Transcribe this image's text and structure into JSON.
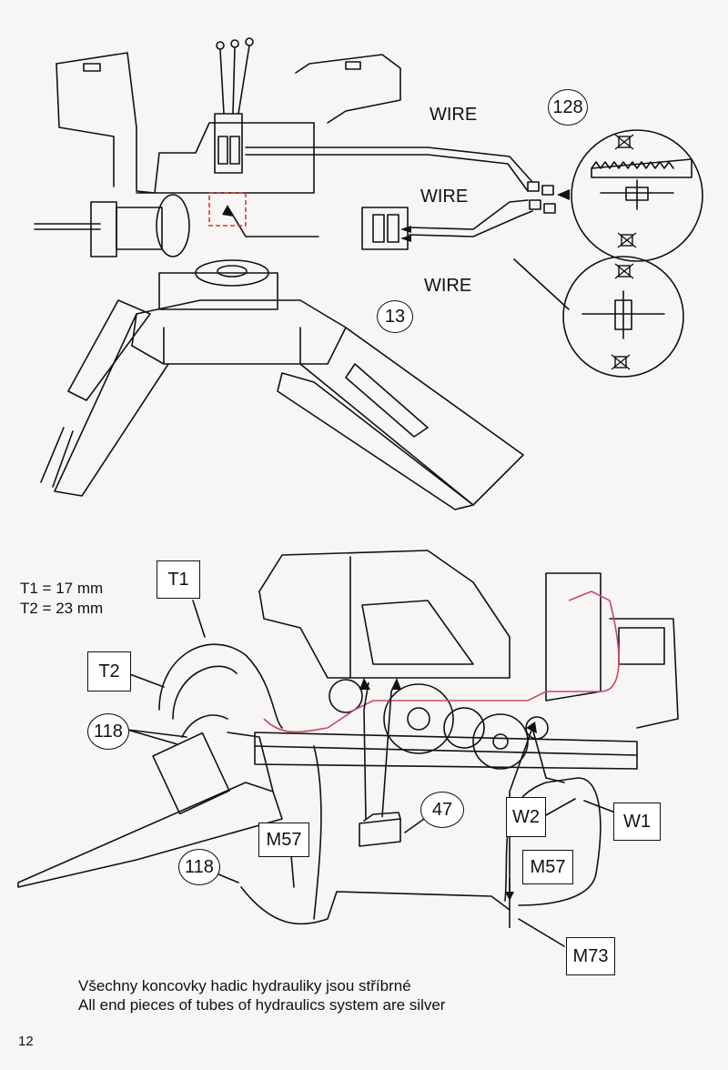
{
  "callouts": {
    "wire_1": "WIRE",
    "wire_2": "WIRE",
    "wire_3": "WIRE",
    "part_128": "128",
    "part_13": "13",
    "t1": "T1",
    "t2": "T2",
    "part_118_a": "118",
    "part_118_b": "118",
    "m57_a": "M57",
    "m57_b": "M57",
    "part_47": "47",
    "w1": "W1",
    "w2": "W2",
    "m73": "M73"
  },
  "lengths": {
    "t1": "T1 = 17 mm",
    "t2": "T2 = 23 mm"
  },
  "notes": {
    "czech": "Všechny koncovky hadic hydrauliky jsou stříbrné",
    "english": "All end pieces of tubes of hydraulics system are silver"
  },
  "page_number": "12",
  "colors": {
    "ink": "#111111",
    "paper": "#f7f6f4",
    "hydraulic_line": "#c8486a",
    "highlight_box": "#d23a3a"
  }
}
